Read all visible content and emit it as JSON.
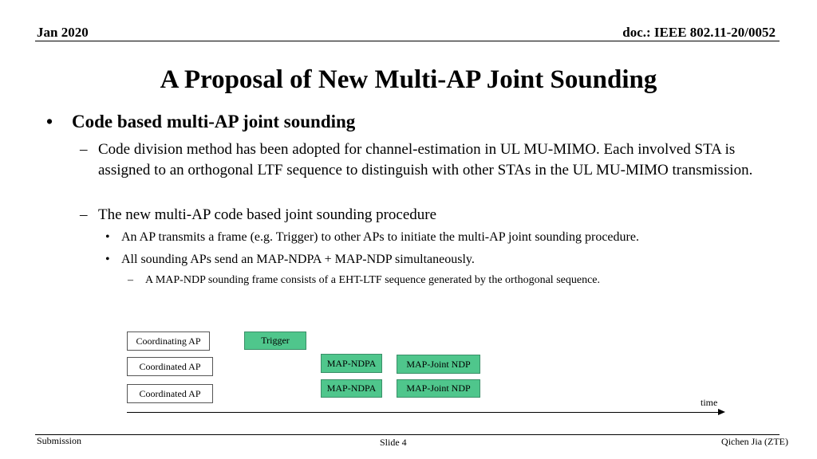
{
  "header": {
    "date": "Jan 2020",
    "doc": "doc.: IEEE 802.11-20/0052"
  },
  "title": "A Proposal of New Multi-AP Joint Sounding",
  "bullets": {
    "l1_mark": "•",
    "l1": "Code based multi-AP joint sounding",
    "l2_mark": "–",
    "l2a": "Code division method has been adopted for channel-estimation in UL MU-MIMO. Each involved STA is assigned to an orthogonal LTF sequence to distinguish with other STAs in the UL MU-MIMO transmission.",
    "l2b": "The new multi-AP code based joint sounding procedure",
    "l3_mark": "•",
    "l3a": "An AP transmits a frame (e.g. Trigger) to other APs to initiate the multi-AP joint sounding procedure.",
    "l3b": "All sounding APs send an MAP-NDPA + MAP-NDP simultaneously.",
    "l4_mark": "–",
    "l4": "A MAP-NDP sounding frame consists of a EHT-LTF sequence generated by the orthogonal sequence."
  },
  "diagram": {
    "row1_label": "Coordinating AP",
    "row2_label": "Coordinated AP",
    "row3_label": "Coordinated AP",
    "trigger": "Trigger",
    "ndpa1": "MAP-NDPA",
    "ndp1": "MAP-Joint NDP",
    "ndpa2": "MAP-NDPA",
    "ndp2": "MAP-Joint NDP",
    "axis_label": "time",
    "frame_color": "#4FC68C"
  },
  "footer": {
    "left": "Submission",
    "center": "Slide 4",
    "right": "Qichen Jia (ZTE)"
  }
}
